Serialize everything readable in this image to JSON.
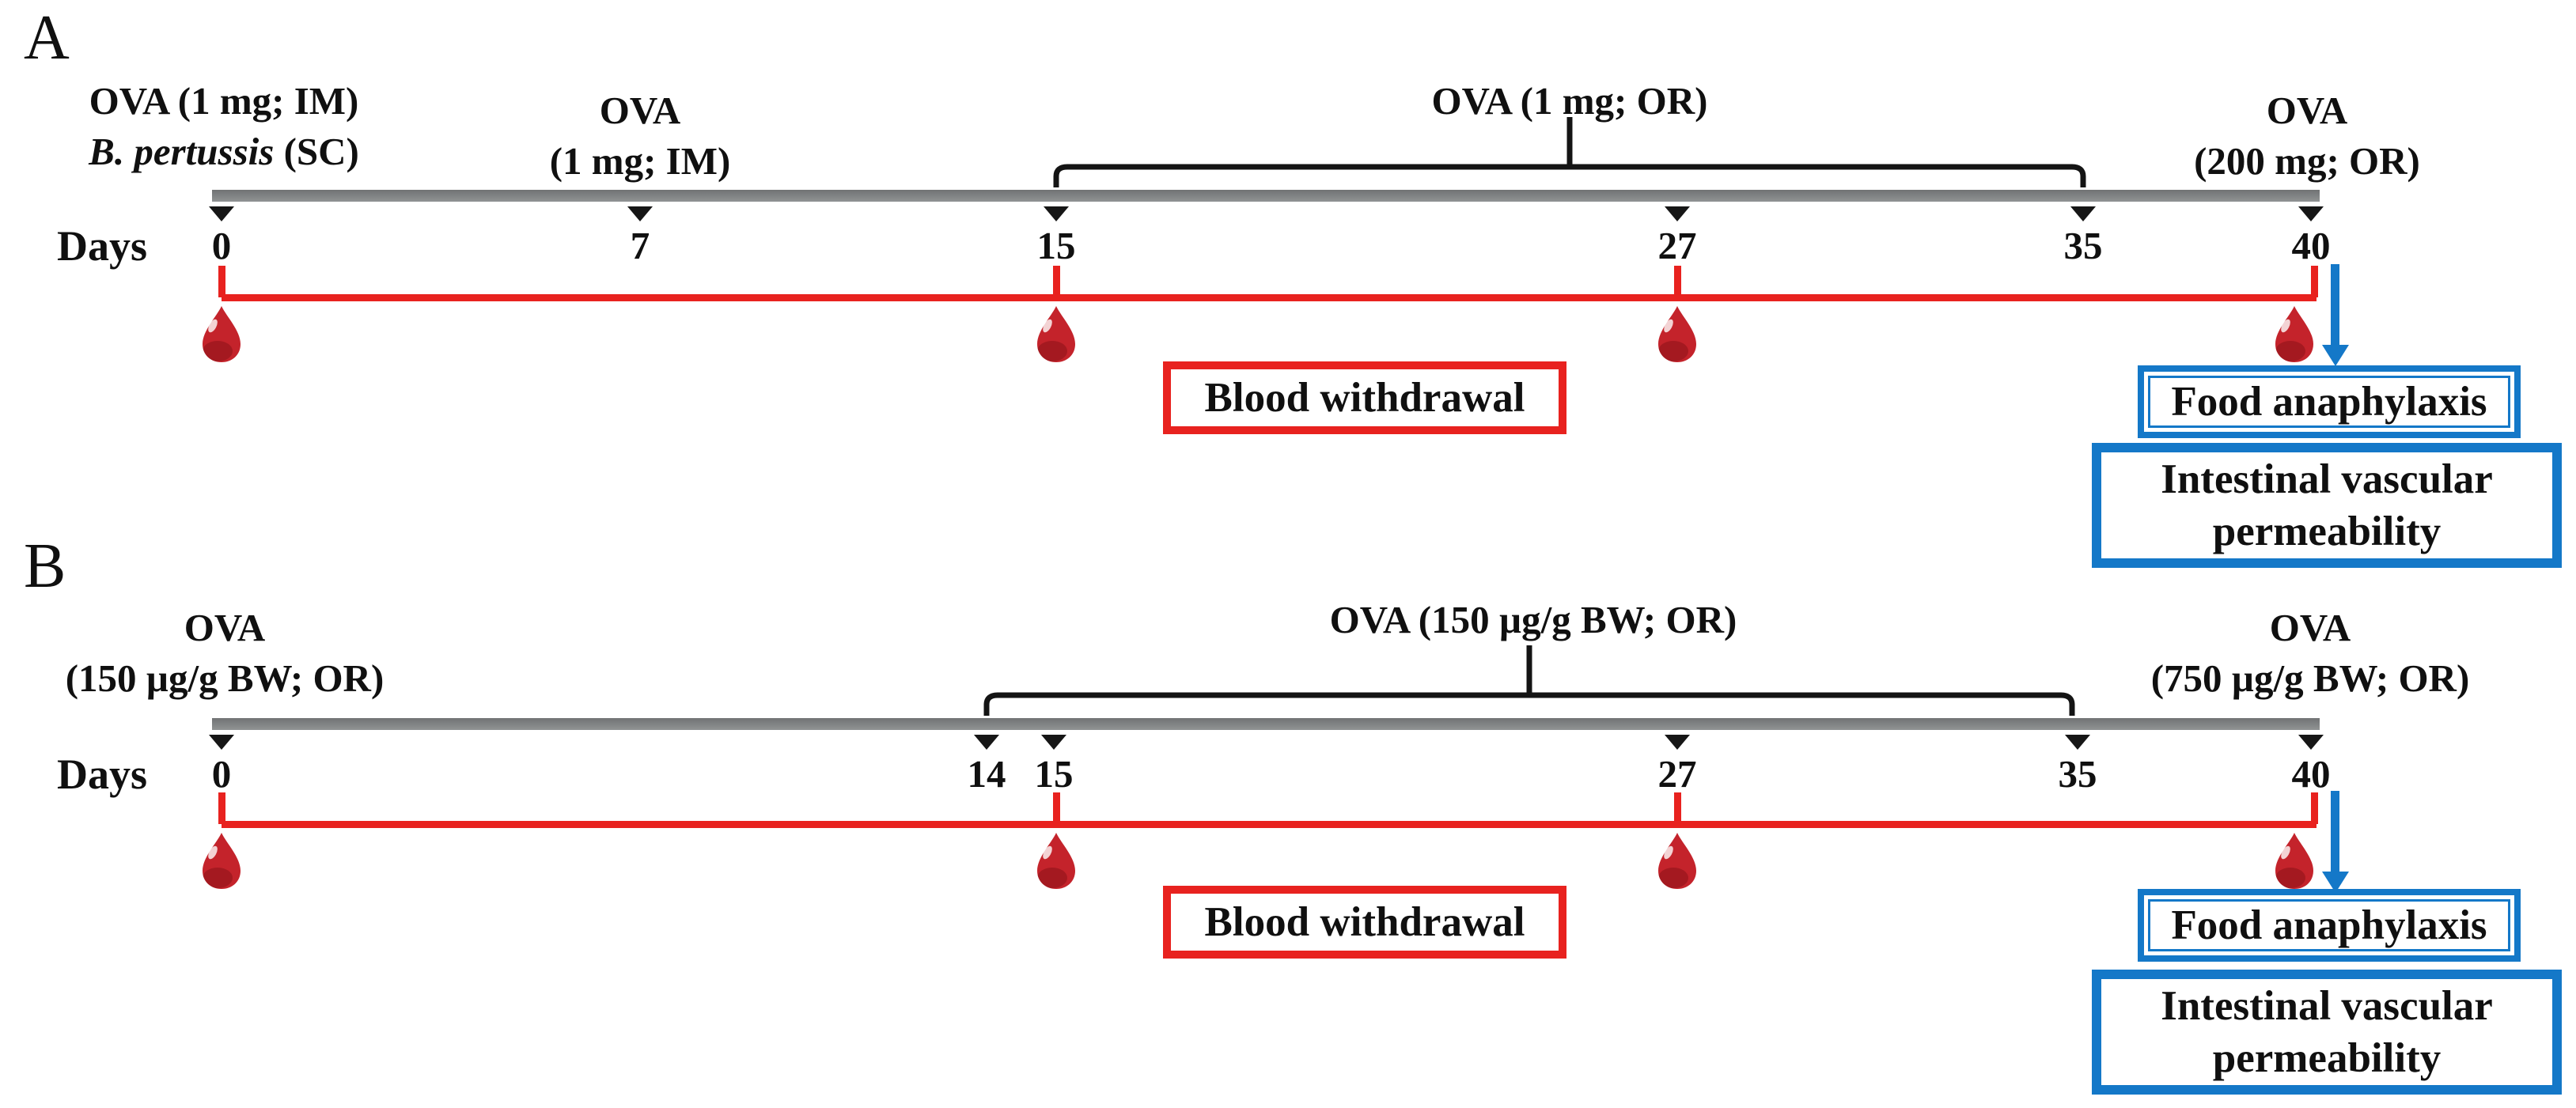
{
  "colors": {
    "red": "#E8221F",
    "blue": "#1478C8",
    "gray_bar": "#7E8081",
    "drop_red": "#C4232B",
    "text": "#101010"
  },
  "panels": [
    {
      "letter": "A",
      "days_axis_label": "Days",
      "days": [
        "0",
        "7",
        "15",
        "27",
        "35",
        "40"
      ],
      "labels": {
        "start_line1": "OVA (1 mg; IM)",
        "start_line2_italic": "B. pertussis",
        "start_line2_rest": " (SC)",
        "boost_line1": "OVA",
        "boost_line2": "(1 mg; IM)",
        "bracket": "OVA (1 mg; OR)",
        "challenge_line1": "OVA",
        "challenge_line2": "(200 mg; OR)"
      },
      "boxes": {
        "blood": "Blood withdrawal",
        "anaphylaxis": "Food anaphylaxis",
        "permeability_line1": "Intestinal vascular",
        "permeability_line2": "permeability"
      }
    },
    {
      "letter": "B",
      "days_axis_label": "Days",
      "days": [
        "0",
        "14",
        "15",
        "27",
        "35",
        "40"
      ],
      "labels": {
        "start_line1": "OVA",
        "start_line2": "(150 µg/g BW; OR)",
        "bracket": "OVA (150 µg/g BW; OR)",
        "challenge_line1": "OVA",
        "challenge_line2": "(750 µg/g BW; OR)"
      },
      "boxes": {
        "blood": "Blood withdrawal",
        "anaphylaxis": "Food anaphylaxis",
        "permeability_line1": "Intestinal vascular",
        "permeability_line2": "permeability"
      }
    }
  ]
}
